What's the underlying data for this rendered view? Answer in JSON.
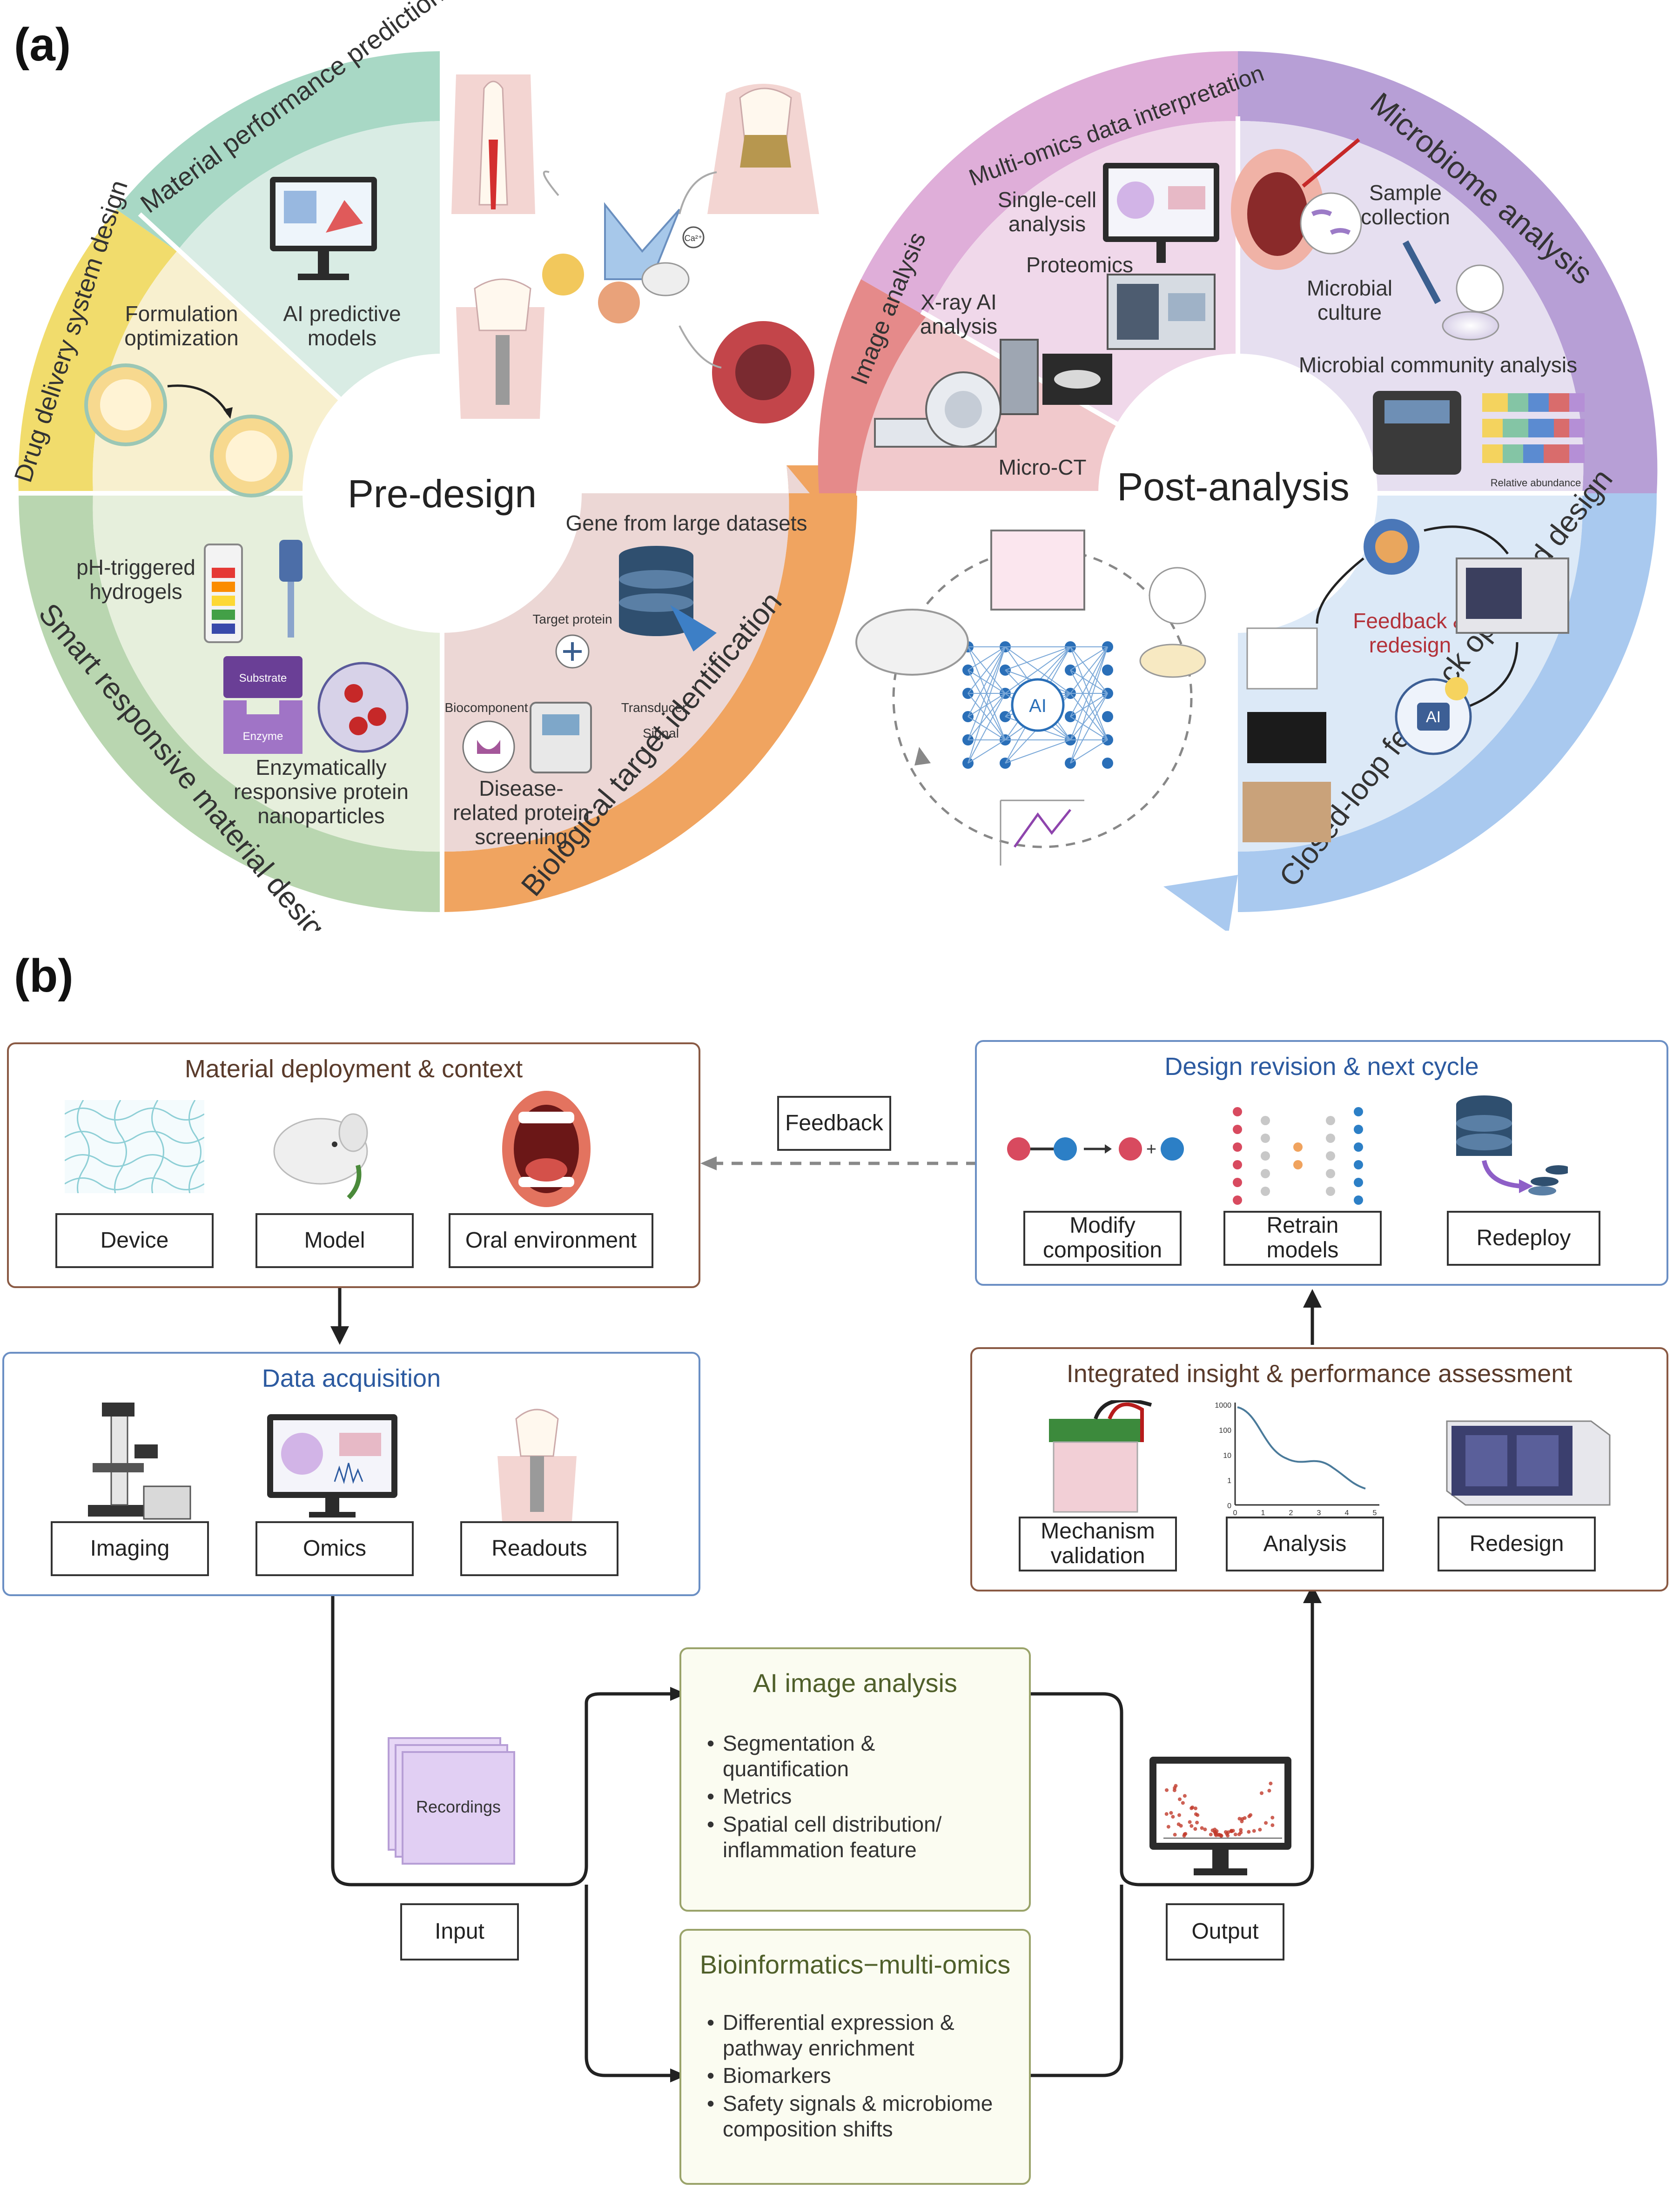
{
  "panel_a": {
    "label": "(a)",
    "pre_design": "Pre-design",
    "post_analysis": "Post-analysis",
    "arc_material_prediction": "Material performance prediction",
    "arc_drug_delivery": "Drug delivery system design",
    "arc_smart_responsive": "Smart responsive material design",
    "arc_biological_target": "Biological target identification",
    "arc_multiomics": "Multi-omics data interpretation",
    "arc_microbiome": "Microbiome analysis",
    "arc_image_analysis": "Image analysis",
    "arc_closed_loop": "Closed-loop feedback optimized design",
    "ai_predictive": "AI predictive\nmodels",
    "formulation": "Formulation\noptimization",
    "ph_hydrogels": "pH-triggered\nhydrogels",
    "substrate": "Substrate",
    "enzyme": "Enzyme",
    "enzymatic": "Enzymatically\nresponsive protein\nnanoparticles",
    "gene_datasets": "Gene from large datasets",
    "target_protein": "Target protein",
    "biocomponent": "Biocomponent",
    "transducer": "Transducer",
    "signal": "Signal",
    "disease_screening": "Disease-\nrelated protein\nscreening",
    "single_cell": "Single-cell\nanalysis",
    "proteomics": "Proteomics",
    "xray_ai": "X-ray AI\nanalysis",
    "micro_ct": "Micro-CT",
    "sample_collection": "Sample\ncollection",
    "microbial_culture": "Microbial\nculture",
    "community_analysis": "Microbial community analysis",
    "relative_abundance": "Relative abundance",
    "feedback_redesign": "Feedback &\nredesign",
    "ai": "AI",
    "ca": "Ca²⁺"
  },
  "panel_b": {
    "label": "(b)",
    "material_box": {
      "title": "Material deployment & context",
      "items": [
        "Device",
        "Model",
        "Oral environment"
      ]
    },
    "design_box": {
      "title": "Design revision & next cycle",
      "items": [
        "Modify\ncomposition",
        "Retrain\nmodels",
        "Redeploy"
      ]
    },
    "feedback": "Feedback",
    "data_box": {
      "title": "Data acquisition",
      "items": [
        "Imaging",
        "Omics",
        "Readouts"
      ]
    },
    "insight_box": {
      "title": "Integrated insight & performance assessment",
      "items": [
        "Mechanism\nvalidation",
        "Analysis",
        "Redesign"
      ]
    },
    "ai_image": {
      "title": "AI image analysis",
      "bullets": [
        "Segmentation &\nquantification",
        "Metrics",
        "Spatial cell distribution/\ninflammation feature"
      ]
    },
    "bioinf": {
      "title": "Bioinformatics−multi-omics",
      "bullets": [
        "Differential expression &\npathway enrichment",
        "Biomarkers",
        "Safety signals & microbiome\ncomposition shifts"
      ]
    },
    "recordings": "Recordings",
    "input": "Input",
    "output": "Output",
    "plot_ticks_y": [
      "1000",
      "100",
      "10",
      "1",
      "0"
    ],
    "plot_ticks_x": [
      "0",
      "1",
      "2",
      "3",
      "4",
      "5"
    ]
  },
  "colors": {
    "mint": "#d9ece4",
    "yellow": "#f8f0cf",
    "green_light": "#e6efdc",
    "pink": "#ecd7d5",
    "red_arc": "#e58a8a",
    "lilac": "#e6dff0",
    "blue_light": "#dce9f7",
    "purple_arc": "#b79fd6",
    "blue_arc": "#a9c9ef",
    "orange_arc": "#f0a460",
    "teal_arc": "#a8d8c5",
    "yellow_arc": "#f1dc6c",
    "green_arc": "#b9d6b0"
  }
}
